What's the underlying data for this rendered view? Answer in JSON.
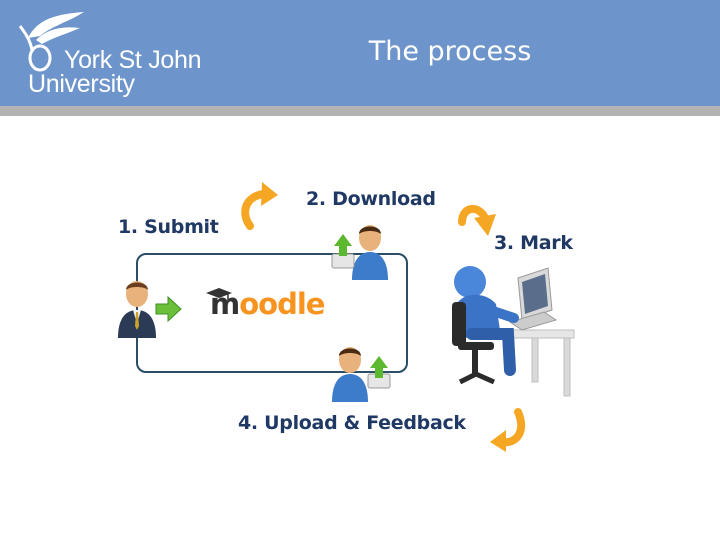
{
  "header": {
    "logo_line1": "York St John",
    "logo_line2": "University",
    "title": "The process"
  },
  "steps": {
    "submit": "1. Submit",
    "download": "2. Download",
    "mark": "3. Mark",
    "upload": "4. Upload & Feedback"
  },
  "moodle_logo": {
    "first_letter": "m",
    "rest": "oodle"
  },
  "colors": {
    "header": "#6d95cb",
    "header_rule": "#b3b3b3",
    "step_text": "#1f3864",
    "arrow_orange": "#f5a623",
    "loop_border": "#2a4e66",
    "moodle_orange": "#f7931e"
  }
}
